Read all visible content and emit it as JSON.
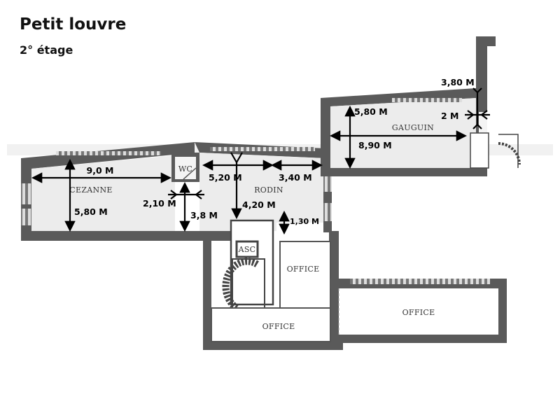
{
  "header": {
    "title": "Petit louvre",
    "subtitle": "2° étage"
  },
  "rooms": {
    "cezanne": "CEZANNE",
    "rodin": "RODIN",
    "gauguin": "GAUGUIN",
    "wc": "WC",
    "asc": "ASC",
    "office_stair": "OFFICE",
    "office_bottom": "OFFICE",
    "office_right": "OFFICE"
  },
  "dimensions": {
    "cezanne_width": "9,0 M",
    "cezanne_depth": "5,80 M",
    "wc_width": "2,10 M",
    "wc_depth": "3,8 M",
    "rodin_width_left": "5,20 M",
    "rodin_width_right": "3,40 M",
    "rodin_depth": "4,20 M",
    "rodin_notch": "1,30 M",
    "gauguin_width": "8,90 M",
    "gauguin_depth": "5,80 M",
    "corridor_width": "2 M",
    "corridor_length": "3,80 M"
  }
}
